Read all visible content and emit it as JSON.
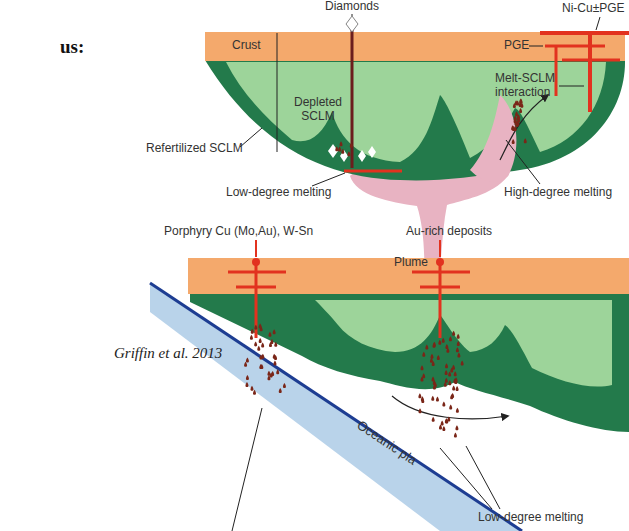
{
  "diagram": {
    "labels": [
      "us:",
      "Diamonds",
      "Ni-Cu±PGE",
      "Crust",
      "PGE",
      "Depleted SCLM",
      "Melt-SCLM interaction",
      "Refertilized SCLM",
      "Low-degree melting",
      "High-degree melting",
      "Plume",
      "Porphyry Cu (Mo,Au), W-Sn",
      "Au-rich deposits",
      "Griffin et al. 2013",
      "Oceanic pla",
      "Low-degree melting"
    ]
  }
}
